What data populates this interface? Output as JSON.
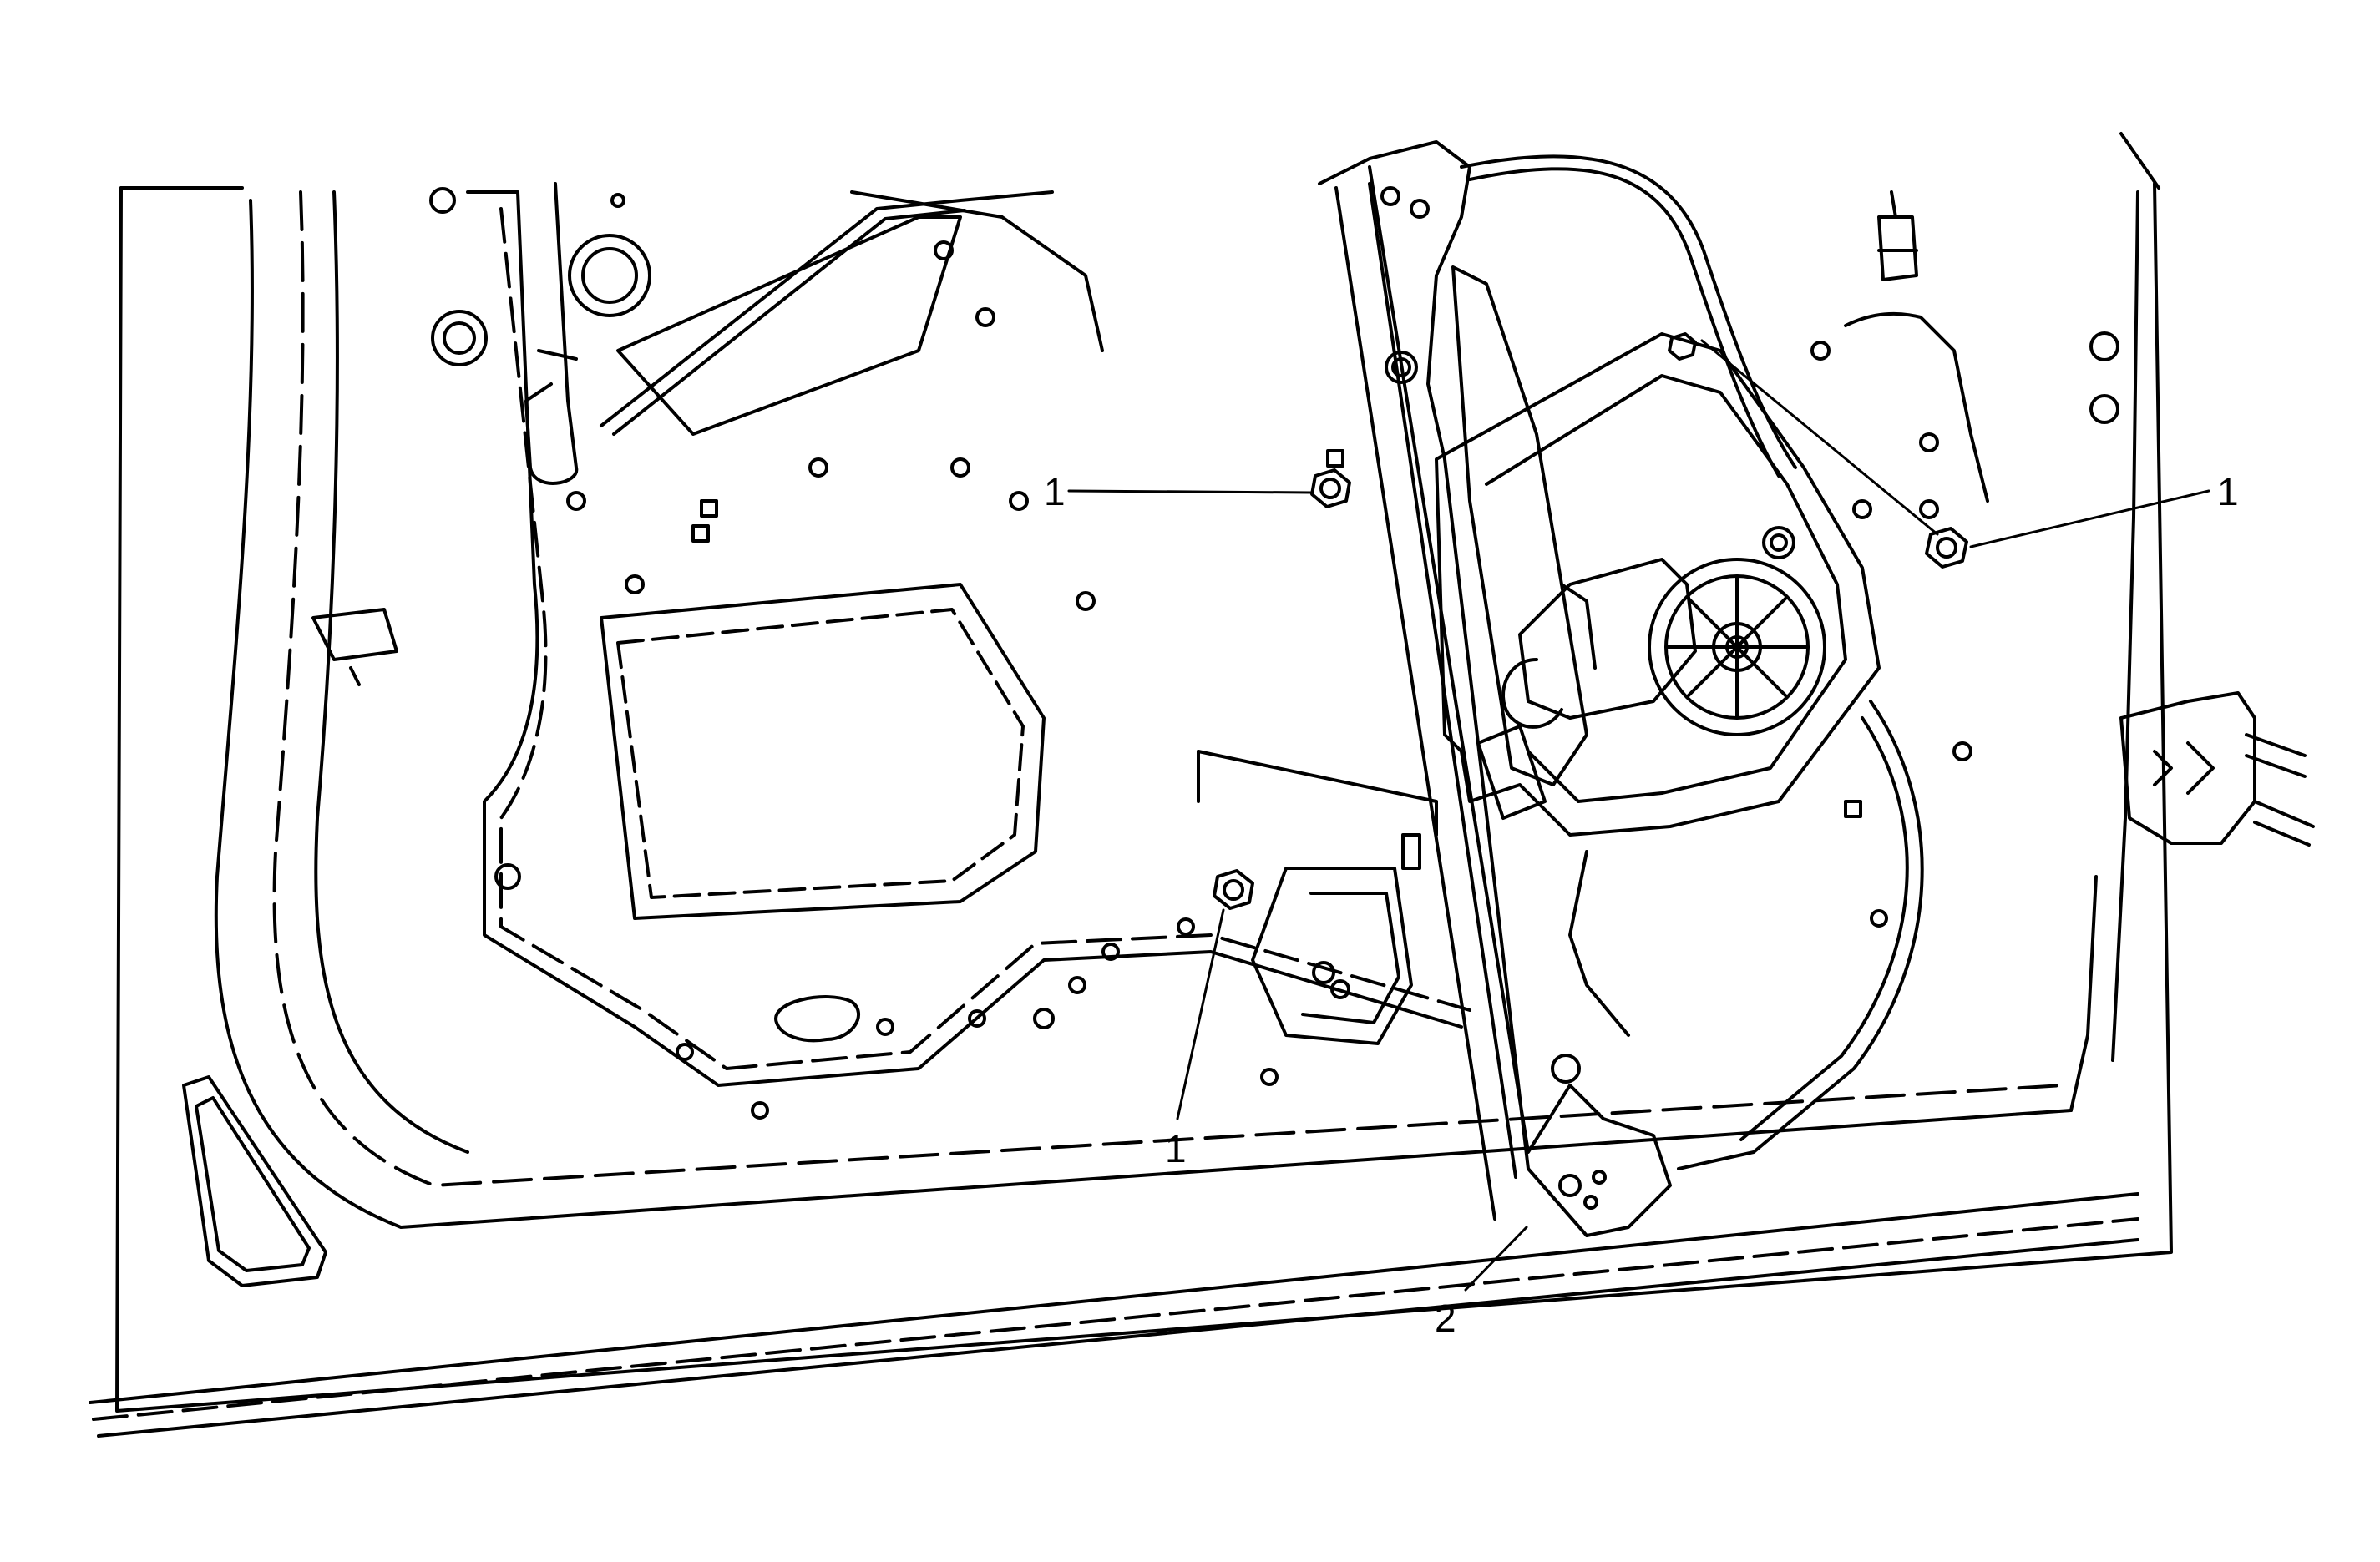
{
  "callouts": {
    "fastener_upper_left": "1",
    "fastener_upper_right": "1",
    "fastener_lower": "1",
    "regulator": "2"
  }
}
